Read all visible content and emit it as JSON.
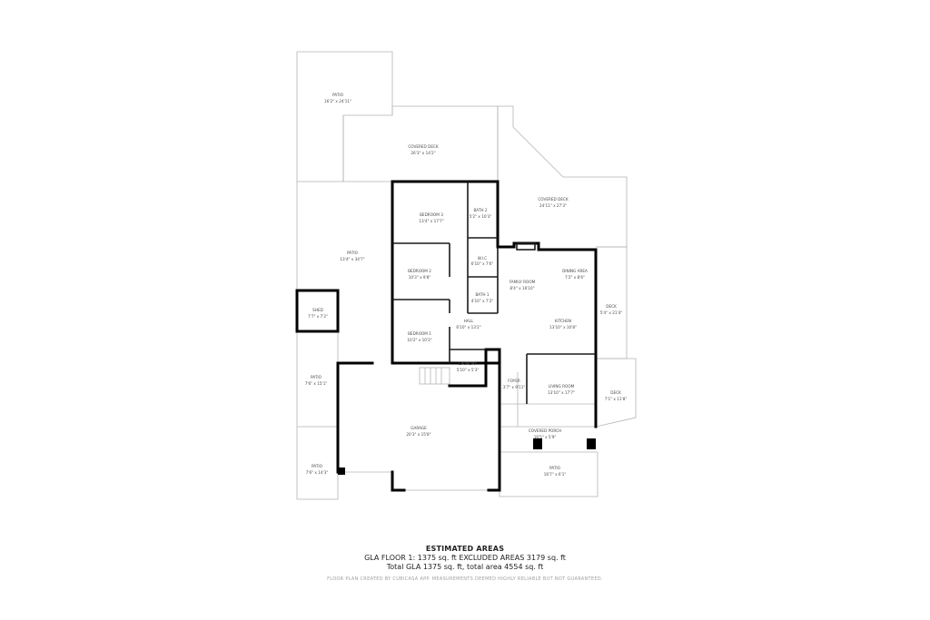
{
  "rooms": {
    "patio_top": {
      "name": "PATIO",
      "dims": "16'2\" x 24'11\""
    },
    "covered_deck_top": {
      "name": "COVERED DECK",
      "dims": "26'3\" x 14'2\""
    },
    "covered_deck_right": {
      "name": "COVERED DECK",
      "dims": "24'11\" x 27'3\""
    },
    "bedroom3": {
      "name": "BEDROOM 3",
      "dims": "13'4\" x 17'7\""
    },
    "bath2": {
      "name": "BATH 2",
      "dims": "5'2\" x 10'3\""
    },
    "wic": {
      "name": "W.I.C",
      "dims": "6'10\" x 7'6\""
    },
    "bedroom2": {
      "name": "BEDROOM 2",
      "dims": "10'3\" x 9'8\""
    },
    "bath1": {
      "name": "BATH 1",
      "dims": "4'10\" x 7'2\""
    },
    "family_room": {
      "name": "FAMILY ROOM",
      "dims": "8'4\" x 16'10\""
    },
    "dining_area": {
      "name": "DINING AREA",
      "dims": "7'2\" x 8'6\""
    },
    "patio_left": {
      "name": "PATIO",
      "dims": "13'4\" x 34'7\""
    },
    "shed": {
      "name": "SHED",
      "dims": "7'7\" x 7'2\""
    },
    "hall": {
      "name": "HALL",
      "dims": "6'10\" x 13'2\""
    },
    "kitchen": {
      "name": "KITCHEN",
      "dims": "13'10\" x 10'8\""
    },
    "deck_right": {
      "name": "DECK",
      "dims": "5'4\" x 21'4\""
    },
    "bedroom1": {
      "name": "BEDROOM 1",
      "dims": "10'2\" x 10'3\""
    },
    "laundry": {
      "name": "LAUNDRY",
      "dims": "5'10\" x 5'3\""
    },
    "foyer": {
      "name": "FOYER",
      "dims": "3'7\" x 9'11\""
    },
    "living_room": {
      "name": "LIVING ROOM",
      "dims": "13'10\" x 17'7\""
    },
    "deck_small": {
      "name": "DECK",
      "dims": "7'1\" x 11'8\""
    },
    "patio_mid": {
      "name": "PATIO",
      "dims": "7'6\" x 15'1\""
    },
    "garage": {
      "name": "GARAGE",
      "dims": "20'3\" x 15'8\""
    },
    "covered_porch": {
      "name": "COVERED PORCH",
      "dims": "16'5\" x 5'9\""
    },
    "patio_bottom_left": {
      "name": "PATIO",
      "dims": "7'6\" x 14'3\""
    },
    "patio_bottom_right": {
      "name": "PATIO",
      "dims": "16'7\" x 6'1\""
    }
  },
  "footer": {
    "title": "ESTIMATED AREAS",
    "line1": "GLA FLOOR 1: 1375 sq. ft EXCLUDED AREAS 3179 sq. ft",
    "line2": "Total GLA 1375 sq. ft, total area 4554 sq. ft",
    "disclaimer": "FLOOR PLAN CREATED BY CUBICASA APP. MEASUREMENTS DEEMED HIGHLY RELIABLE BUT NOT GUARANTEED."
  }
}
